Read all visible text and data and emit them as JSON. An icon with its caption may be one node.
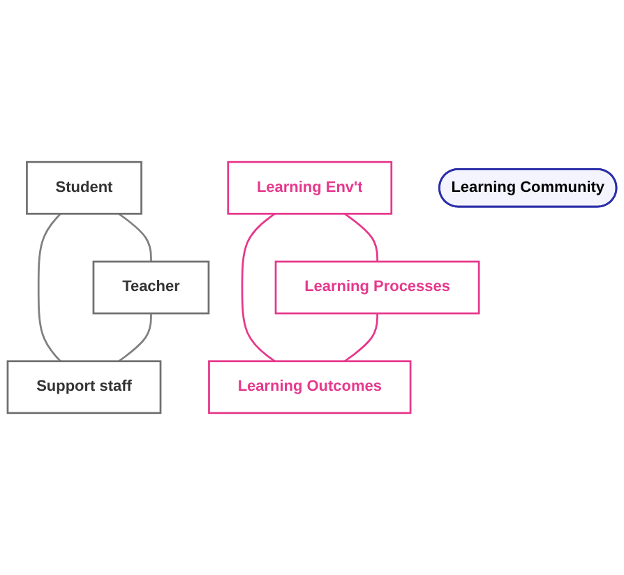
{
  "diagram": {
    "nodes": [
      {
        "text": [
          "Student"
        ]
      },
      {
        "text": [
          "Learning Env't"
        ]
      },
      {
        "text": [
          "Learning Processes"
        ]
      },
      {
        "text": [
          "Learning Community"
        ]
      },
      {
        "text": [
          "Teacher"
        ]
      },
      {
        "text": [
          "Support staff"
        ]
      },
      {
        "text": [
          "Learning Outcomes"
        ]
      }
    ],
    "edges": [
      {
        "from": 0,
        "to": 4,
        "arrow": "none"
      },
      {
        "from": 0,
        "to": 5,
        "arrow": "none"
      },
      {
        "from": 4,
        "to": 5,
        "arrow": "none"
      },
      {
        "from": 1,
        "to": 2,
        "arrow": "none",
        "color": "#e6388c"
      },
      {
        "from": 1,
        "to": 6,
        "arrow": "none",
        "color": "#e6388c"
      },
      {
        "from": 2,
        "to": 6,
        "arrow": "none",
        "color": "#e6388c"
      }
    ]
  }
}
